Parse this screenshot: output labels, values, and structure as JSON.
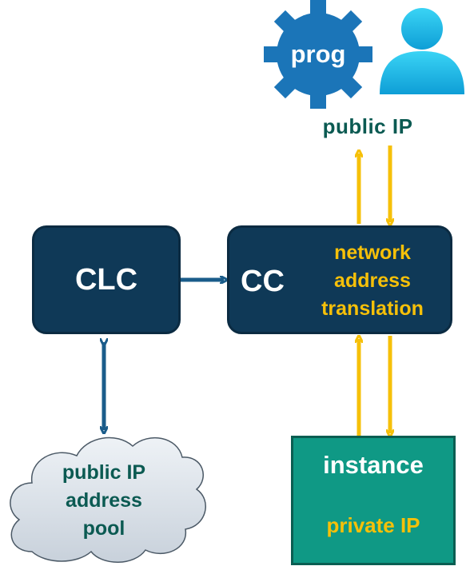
{
  "nodes": {
    "prog": {
      "label": "prog"
    },
    "public_ip_top": {
      "label": "public IP"
    },
    "clc": {
      "label": "CLC"
    },
    "cc": {
      "label": "CC"
    },
    "nat": {
      "line1": "network",
      "line2": "address",
      "line3": "translation"
    },
    "instance": {
      "title": "instance",
      "subtitle": "private IP"
    },
    "pool": {
      "line1": "public IP",
      "line2": "address",
      "line3": "pool"
    }
  },
  "colors": {
    "dark_box": "#0f3957",
    "yellow": "#f6c009",
    "blue_arrow": "#1a5c8a",
    "instance_fill": "#0f9985",
    "instance_border": "#0a5e52",
    "cloud_fill": "#d7dee6",
    "gear_fill": "#1b75b8",
    "user_fill": "#19c0ee"
  },
  "icons": [
    "gear-icon",
    "user-icon",
    "cloud-shape"
  ]
}
